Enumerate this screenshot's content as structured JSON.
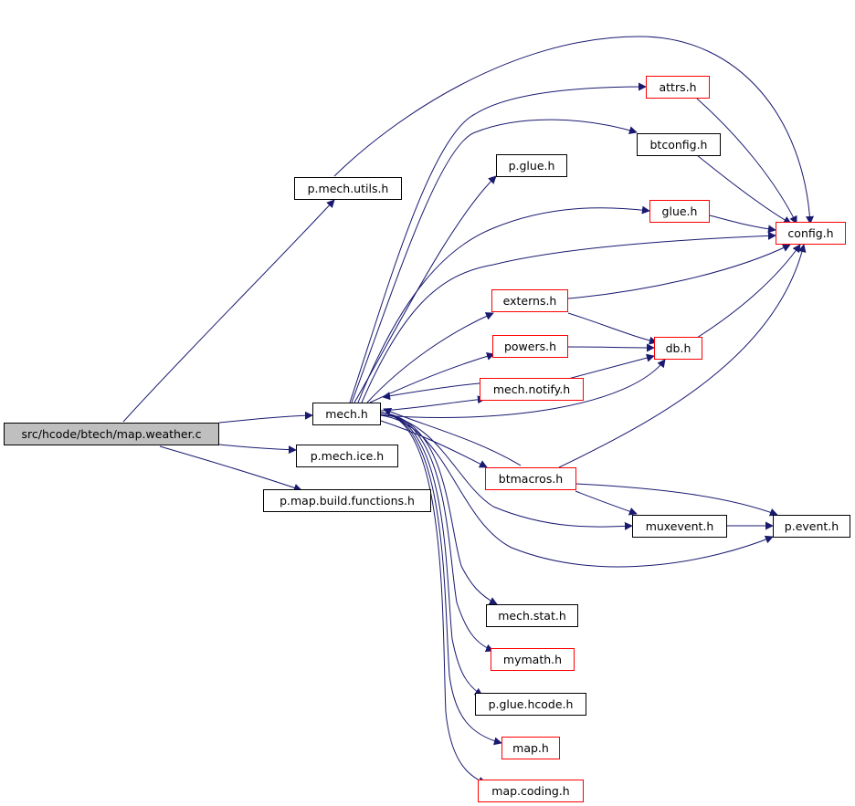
{
  "diagram": {
    "title": "",
    "colors": {
      "edge": "#191970",
      "node_border": "#000000",
      "incomplete_border": "#ff0000",
      "root_fill": "#bfbfbf",
      "background": "#ffffff"
    },
    "nodes": {
      "root": "src/hcode/btech/map.weather.c",
      "p_mech_utils": "p.mech.utils.h",
      "mech": "mech.h",
      "p_mech_ice": "p.mech.ice.h",
      "p_map_build": "p.map.build.functions.h",
      "attrs": "attrs.h",
      "btconfig": "btconfig.h",
      "p_glue": "p.glue.h",
      "glue": "glue.h",
      "config": "config.h",
      "externs": "externs.h",
      "db": "db.h",
      "powers": "powers.h",
      "mech_notify": "mech.notify.h",
      "btmacros": "btmacros.h",
      "muxevent": "muxevent.h",
      "p_event": "p.event.h",
      "mech_stat": "mech.stat.h",
      "mymath": "mymath.h",
      "p_glue_hcode": "p.glue.hcode.h",
      "map": "map.h",
      "map_coding": "map.coding.h"
    },
    "edges": [
      [
        "root",
        "p_mech_utils"
      ],
      [
        "root",
        "mech"
      ],
      [
        "root",
        "p_mech_ice"
      ],
      [
        "root",
        "p_map_build"
      ],
      [
        "p_mech_utils",
        "config"
      ],
      [
        "mech",
        "attrs"
      ],
      [
        "mech",
        "btconfig"
      ],
      [
        "mech",
        "p_glue"
      ],
      [
        "mech",
        "glue"
      ],
      [
        "mech",
        "config"
      ],
      [
        "mech",
        "externs"
      ],
      [
        "mech",
        "powers"
      ],
      [
        "mech",
        "mech_notify"
      ],
      [
        "mech",
        "db"
      ],
      [
        "mech",
        "btmacros"
      ],
      [
        "mech",
        "muxevent"
      ],
      [
        "mech",
        "p_event"
      ],
      [
        "mech",
        "mech_stat"
      ],
      [
        "mech",
        "mymath"
      ],
      [
        "mech",
        "p_glue_hcode"
      ],
      [
        "mech",
        "map"
      ],
      [
        "mech",
        "map_coding"
      ],
      [
        "attrs",
        "config"
      ],
      [
        "btconfig",
        "config"
      ],
      [
        "glue",
        "config"
      ],
      [
        "externs",
        "config"
      ],
      [
        "externs",
        "db"
      ],
      [
        "powers",
        "db"
      ],
      [
        "mech_notify",
        "db"
      ],
      [
        "mech_notify",
        "mech"
      ],
      [
        "db",
        "config"
      ],
      [
        "btmacros",
        "mech"
      ],
      [
        "btmacros",
        "config"
      ],
      [
        "btmacros",
        "muxevent"
      ],
      [
        "btmacros",
        "p_event"
      ],
      [
        "muxevent",
        "p_event"
      ]
    ]
  }
}
